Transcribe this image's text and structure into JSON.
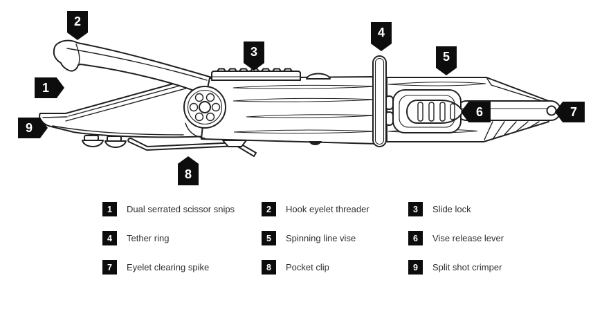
{
  "canvas": {
    "background": "#ffffff",
    "ink_color": "#1f1f1f",
    "marker_bg": "#0d0d0d",
    "marker_text_color": "#ffffff"
  },
  "callouts": [
    {
      "num": "1",
      "direction": "right"
    },
    {
      "num": "2",
      "direction": "down"
    },
    {
      "num": "3",
      "direction": "down"
    },
    {
      "num": "4",
      "direction": "down"
    },
    {
      "num": "5",
      "direction": "down"
    },
    {
      "num": "6",
      "direction": "left"
    },
    {
      "num": "7",
      "direction": "left"
    },
    {
      "num": "8",
      "direction": "up"
    },
    {
      "num": "9",
      "direction": "right"
    }
  ],
  "legend": {
    "items": [
      {
        "num": "1",
        "label": "Dual serrated scissor snips"
      },
      {
        "num": "2",
        "label": "Hook eyelet threader"
      },
      {
        "num": "3",
        "label": "Slide lock"
      },
      {
        "num": "4",
        "label": "Tether ring"
      },
      {
        "num": "5",
        "label": "Spinning line vise"
      },
      {
        "num": "6",
        "label": "Vise release lever"
      },
      {
        "num": "7",
        "label": "Eyelet clearing spike"
      },
      {
        "num": "8",
        "label": "Pocket clip"
      },
      {
        "num": "9",
        "label": "Split shot crimper"
      }
    ]
  }
}
